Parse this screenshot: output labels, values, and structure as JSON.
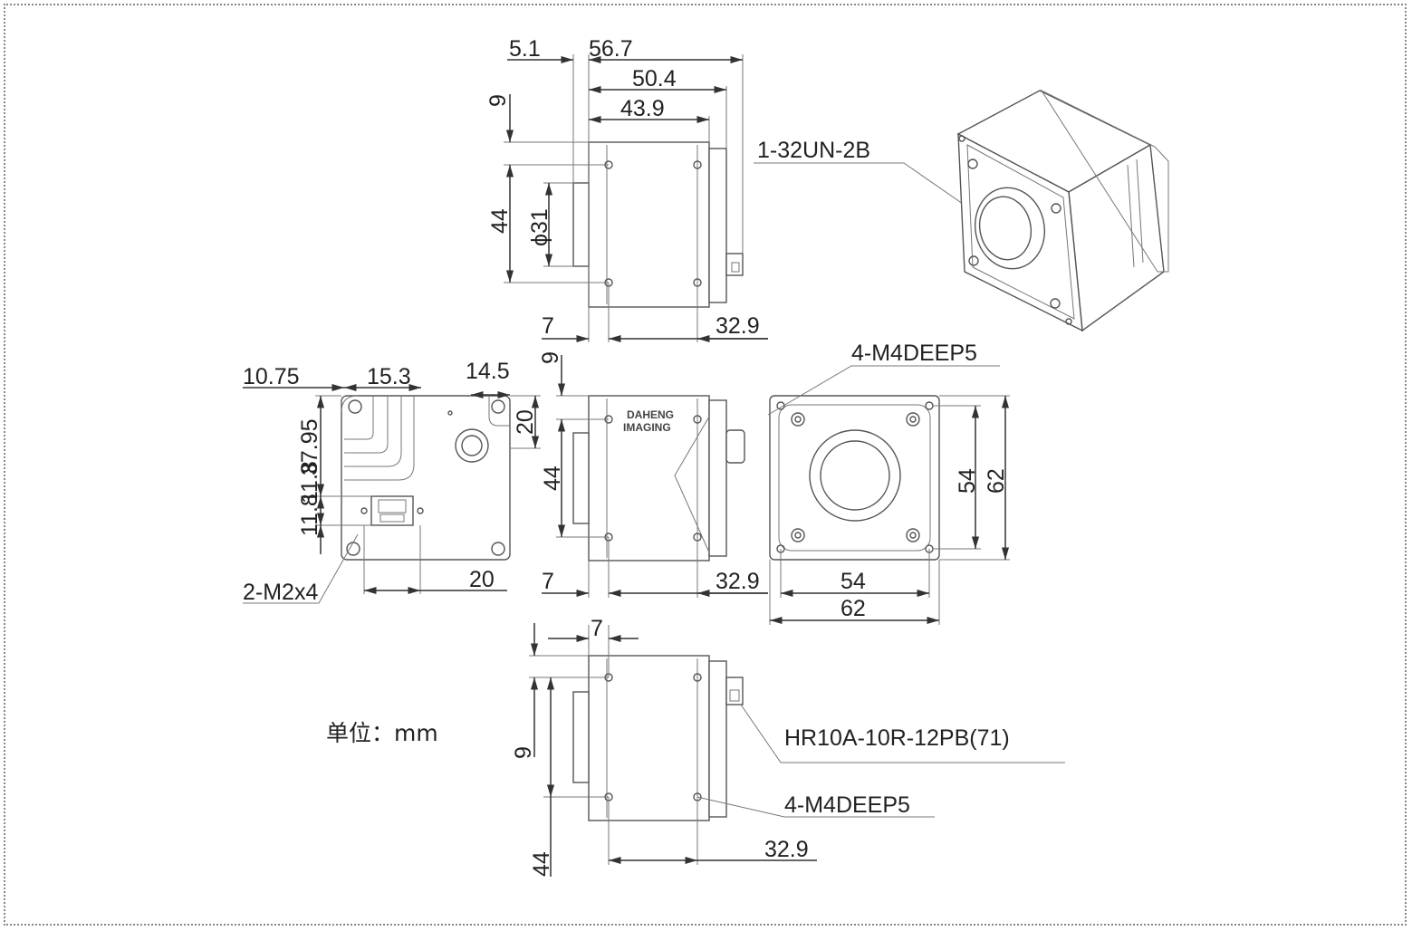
{
  "labels": {
    "top_56_7": "56.7",
    "top_5_1": "5.1",
    "top_50_4": "50.4",
    "top_43_9": "43.9",
    "top_9": "9",
    "top_44": "44",
    "top_d31": "ϕ31",
    "top_7": "7",
    "top_32_9": "32.9",
    "thread": "1-32UN-2B",
    "back_10_75": "10.75",
    "back_15_3": "15.3",
    "back_14_5": "14.5",
    "back_37_95": "37.95",
    "back_20v": "20",
    "back_11_8a": "11.8",
    "back_11_8b": "11.8",
    "back_20h": "20",
    "back_m2": "2-M2x4",
    "side_9": "9",
    "side_44": "44",
    "side_7": "7",
    "side_32_9": "32.9",
    "brand_1": "DAHENG",
    "brand_2": "IMAGING",
    "front_m4": "4-M4DEEP5",
    "front_54v": "54",
    "front_62v": "62",
    "front_54h": "54",
    "front_62h": "62",
    "bot_7": "7",
    "bot_9": "9",
    "bot_44": "44",
    "bot_32_9": "32.9",
    "bot_hr10a": "HR10A-10R-12PB(71)",
    "bot_m4": "4-M4DEEP5",
    "unit": "单位：mm"
  }
}
